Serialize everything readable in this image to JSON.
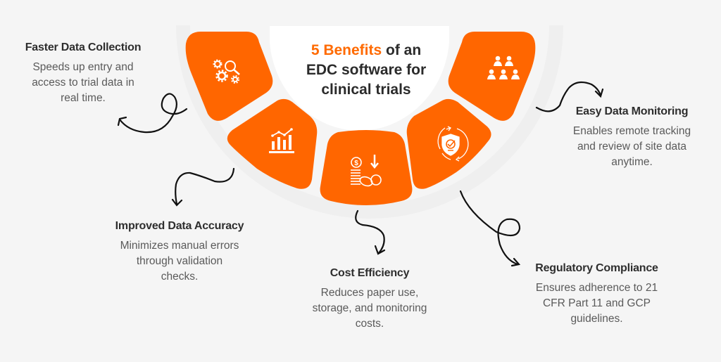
{
  "title": {
    "highlight": "5 Benefits",
    "line1_rest": " of an",
    "line2": "EDC software for",
    "line3": "clinical trials"
  },
  "colors": {
    "accent": "#ff6600",
    "background": "#f5f5f5",
    "center_circle": "#ffffff",
    "heading_text": "#2e2e2e",
    "body_text": "#5a5a5a"
  },
  "benefits": [
    {
      "heading": "Faster Data Collection",
      "lines": [
        "Speeds up entry and",
        "access to trial data in",
        "real time."
      ],
      "icon": "gears-magnifier-icon"
    },
    {
      "heading": "Improved Data Accuracy",
      "lines": [
        "Minimizes manual errors",
        "through validation",
        "checks."
      ],
      "icon": "bar-chart-trend-icon"
    },
    {
      "heading": "Cost Efficiency",
      "lines": [
        "Reduces paper use,",
        "storage, and monitoring",
        "costs."
      ],
      "icon": "coins-down-arrow-icon"
    },
    {
      "heading": "Regulatory Compliance",
      "lines": [
        "Ensures adherence to 21",
        "CFR Part 11 and GCP",
        "guidelines."
      ],
      "icon": "shield-check-cycle-icon"
    },
    {
      "heading": "Easy Data Monitoring",
      "lines": [
        "Enables remote tracking",
        "and review of site data",
        "anytime."
      ],
      "icon": "team-group-icon"
    }
  ]
}
